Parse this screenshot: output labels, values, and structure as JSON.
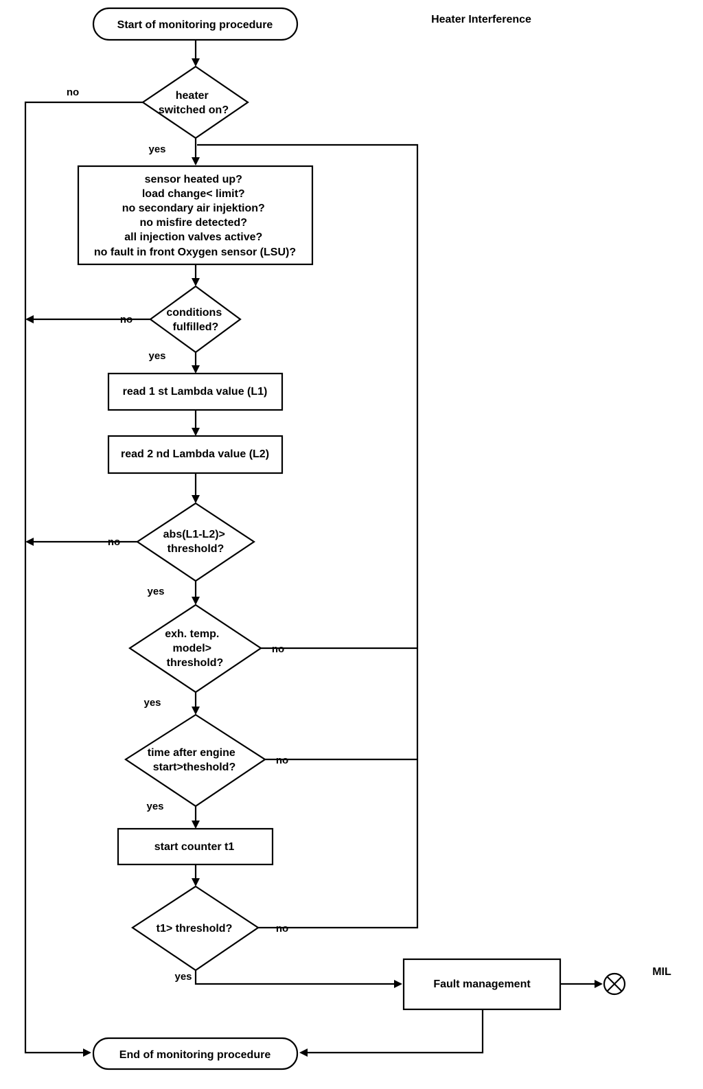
{
  "title": "Heater Interference",
  "nodes": {
    "start": "Start of monitoring procedure",
    "heater_switched_on": [
      "heater",
      "switched on?"
    ],
    "preconditions": [
      "sensor heated up?",
      "load change< limit?",
      "no secondary air injektion?",
      "no misfire detected?",
      "all injection valves active?",
      "no fault in front Oxygen sensor (LSU)?"
    ],
    "conditions_fulfilled": [
      "conditions",
      "fulfilled?"
    ],
    "read_l1": "read 1 st Lambda value (L1)",
    "read_l2": "read 2 nd Lambda value (L2)",
    "abs_diff": [
      "abs(L1-L2)>",
      "threshold?"
    ],
    "exh_temp": [
      "exh. temp.",
      "model>",
      "threshold?"
    ],
    "time_after_start": [
      "time after engine",
      "start>theshold?"
    ],
    "start_counter": "start counter t1",
    "t1_threshold": "t1> threshold?",
    "fault_management": "Fault management",
    "end": "End of monitoring procedure",
    "mil": "MIL"
  },
  "edge_labels": {
    "heater_no": "no",
    "heater_yes": "yes",
    "conditions_no": "no",
    "conditions_yes": "yes",
    "abs_no": "no",
    "abs_yes": "yes",
    "exh_no": "no",
    "exh_yes": "yes",
    "time_no": "no",
    "time_yes": "yes",
    "t1_no": "no",
    "t1_yes": "yes"
  }
}
